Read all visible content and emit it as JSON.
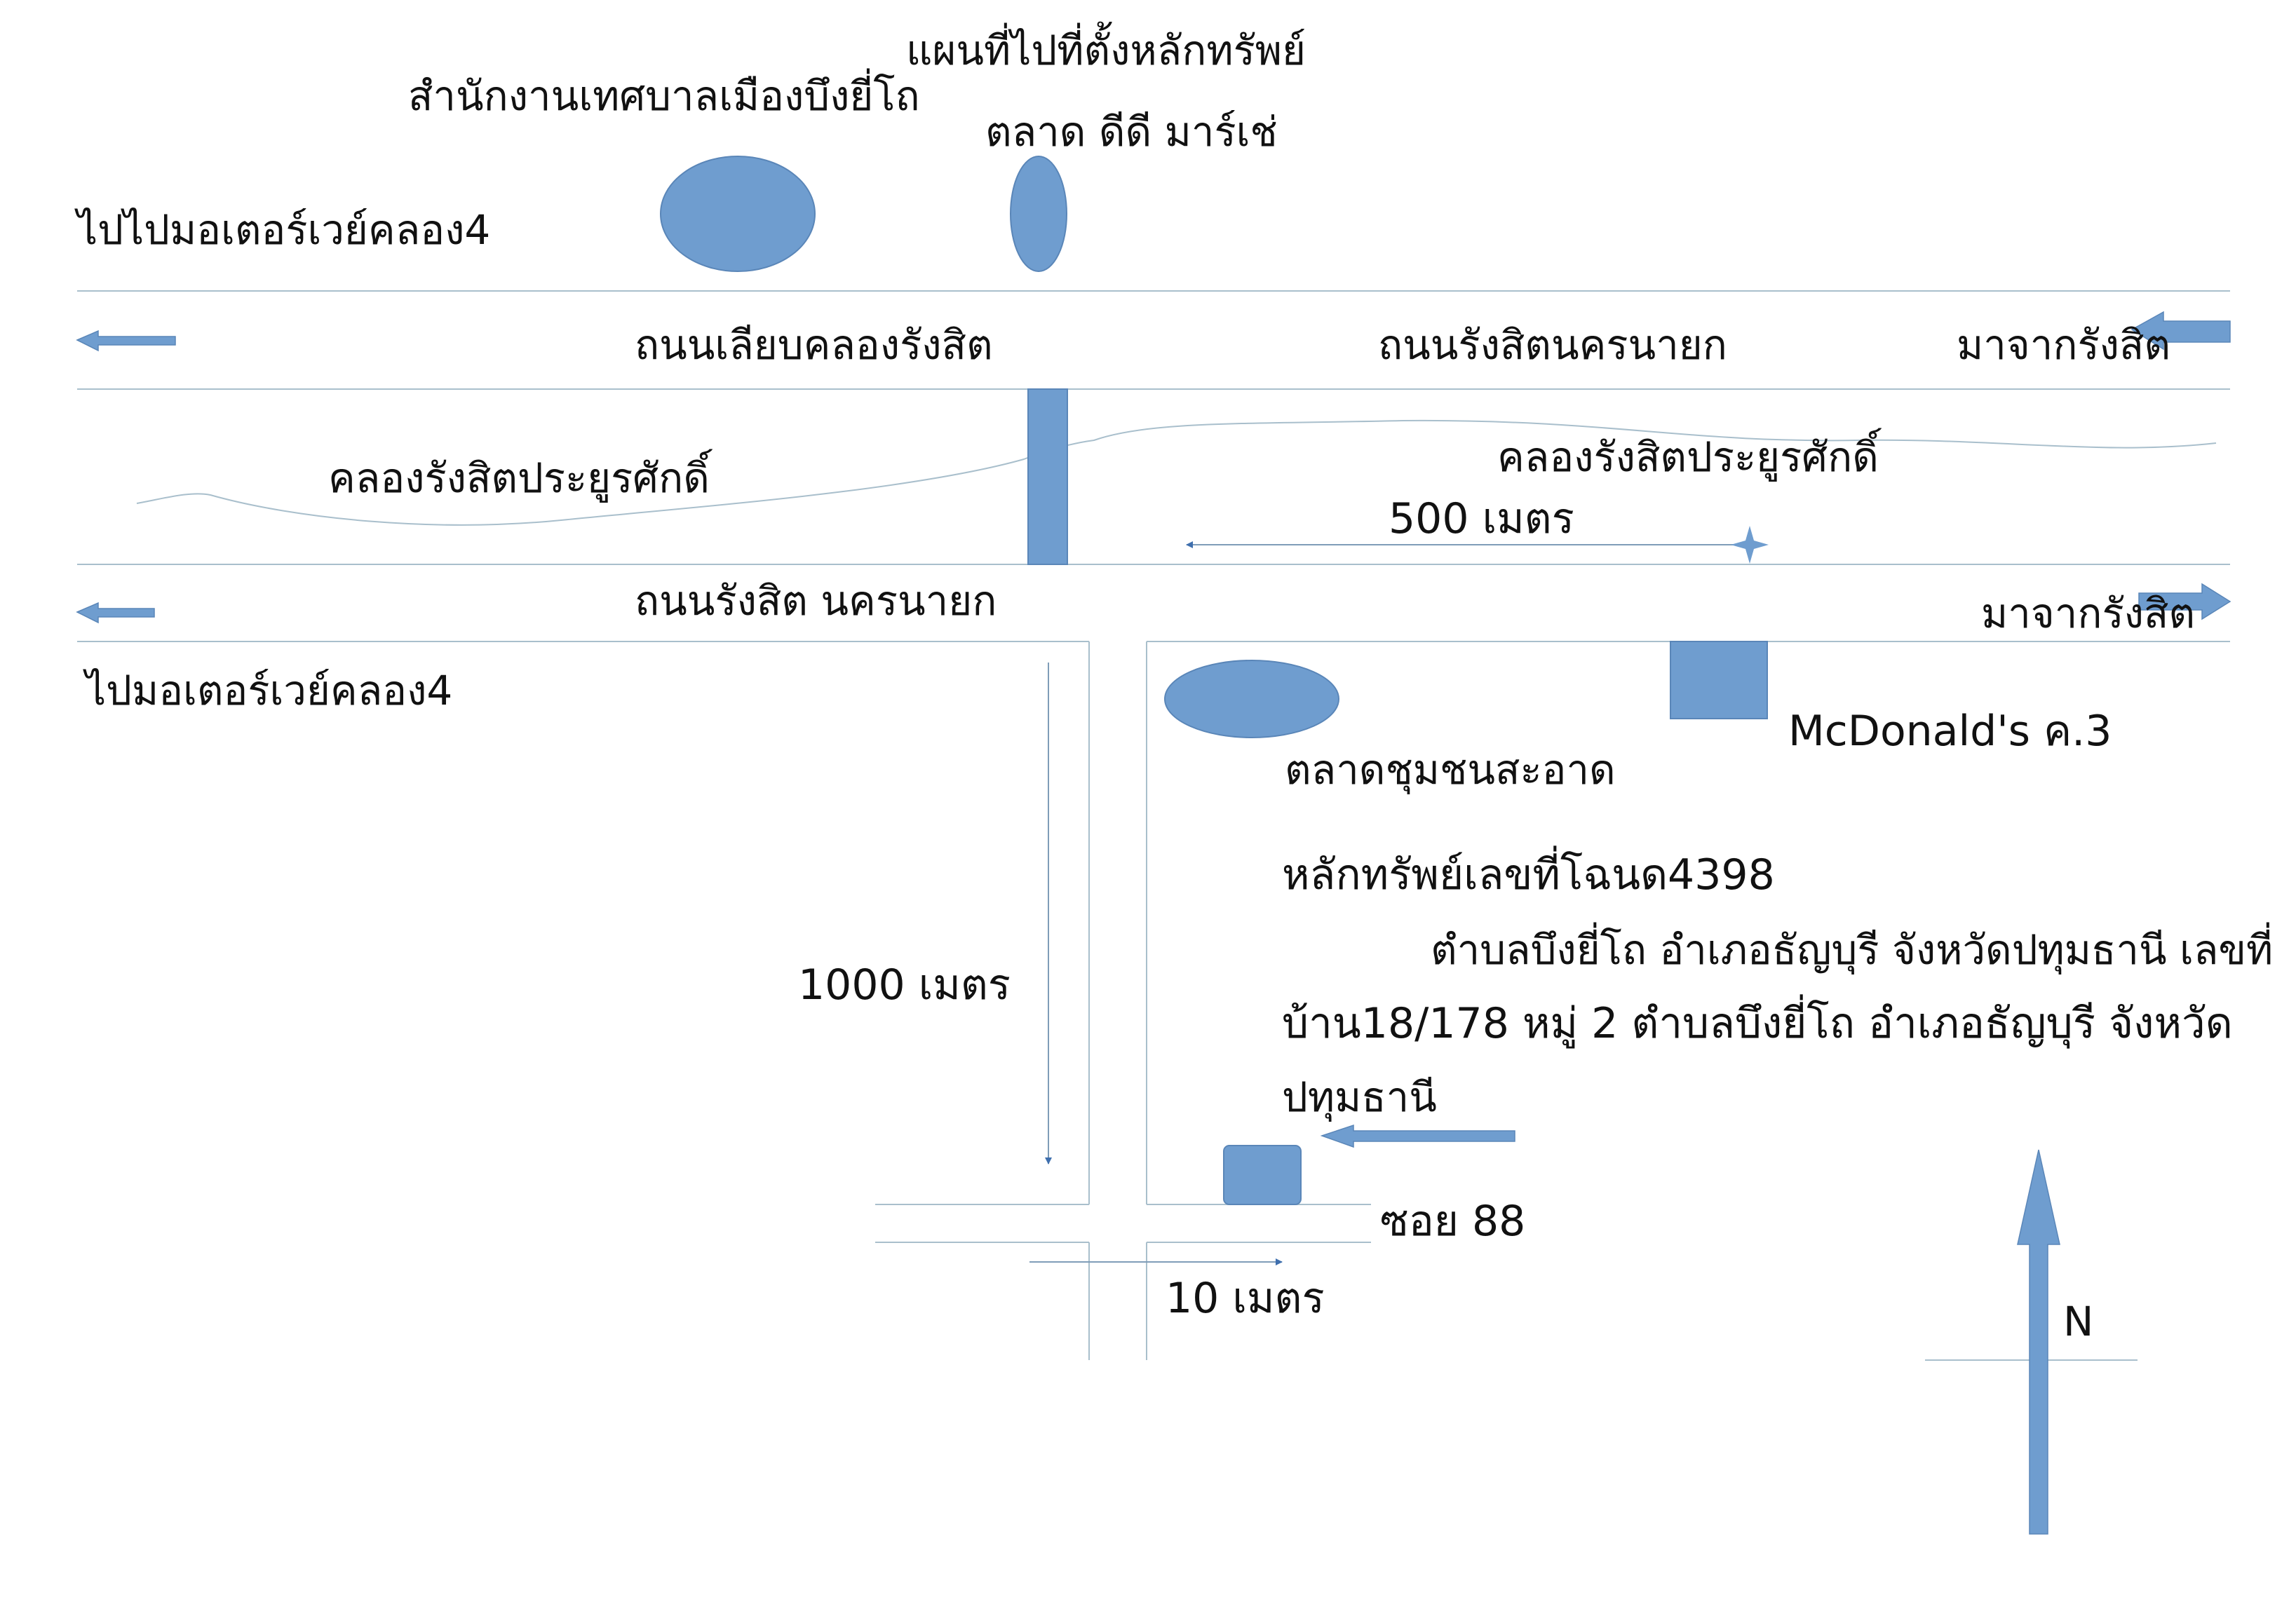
{
  "map": {
    "title": "แผนที่ไปที่ตั้งหลักทรัพย์",
    "landmarks": {
      "municipal_office": "สำนักงานเทศบาลเมืองบึงยี่โถ",
      "dd_market": "ตลาด ดีดี มาร์เช่",
      "community_market": "ตลาดชุมชนสะอาด",
      "mcdonalds": "McDonald's ค.3"
    },
    "roads": {
      "upper_road_name": "ถนนเลียบคลองรังสิต",
      "upper_road_name_2": "ถนนรังสิตนครนายก",
      "lower_road_name": "ถนนรังสิต นครนายก",
      "soi": "ซอย 88"
    },
    "canal": {
      "label_left": "คลองรังสิตประยูรศักดิ์",
      "label_right": "คลองรังสิตประยูรศักดิ์"
    },
    "directions": {
      "to_motorway_top": "ไปไปมอเตอร์เวย์คลอง4",
      "to_motorway_bottom": "ไปมอเตอร์เวย์คลอง4",
      "from_rangsit_top": "มาจากรังสิต",
      "from_rangsit_bottom": "มาจากรังสิต"
    },
    "distances": {
      "d500": "500 เมตร",
      "d1000": "1000 เมตร",
      "d10": "10 เมตร"
    },
    "property": {
      "line1": "หลักทรัพย์เลขที่โฉนด4398",
      "line2": "ตำบลบึงยี่โถ อำเภอธัญบุรี จังหวัดปทุมธานี เลขที่",
      "line3": "บ้าน18/178  หมู่ 2  ตำบลบึงยี่โถ อำเภอธัญบุรี จังหวัด",
      "line4": "ปทุมธานี"
    },
    "compass": {
      "north": "N"
    },
    "colors": {
      "shape_fill": "#6f9dcf",
      "shape_stroke": "#5a86b8",
      "line": "#9ab3c2",
      "arrow": "#4a7bb8"
    }
  }
}
